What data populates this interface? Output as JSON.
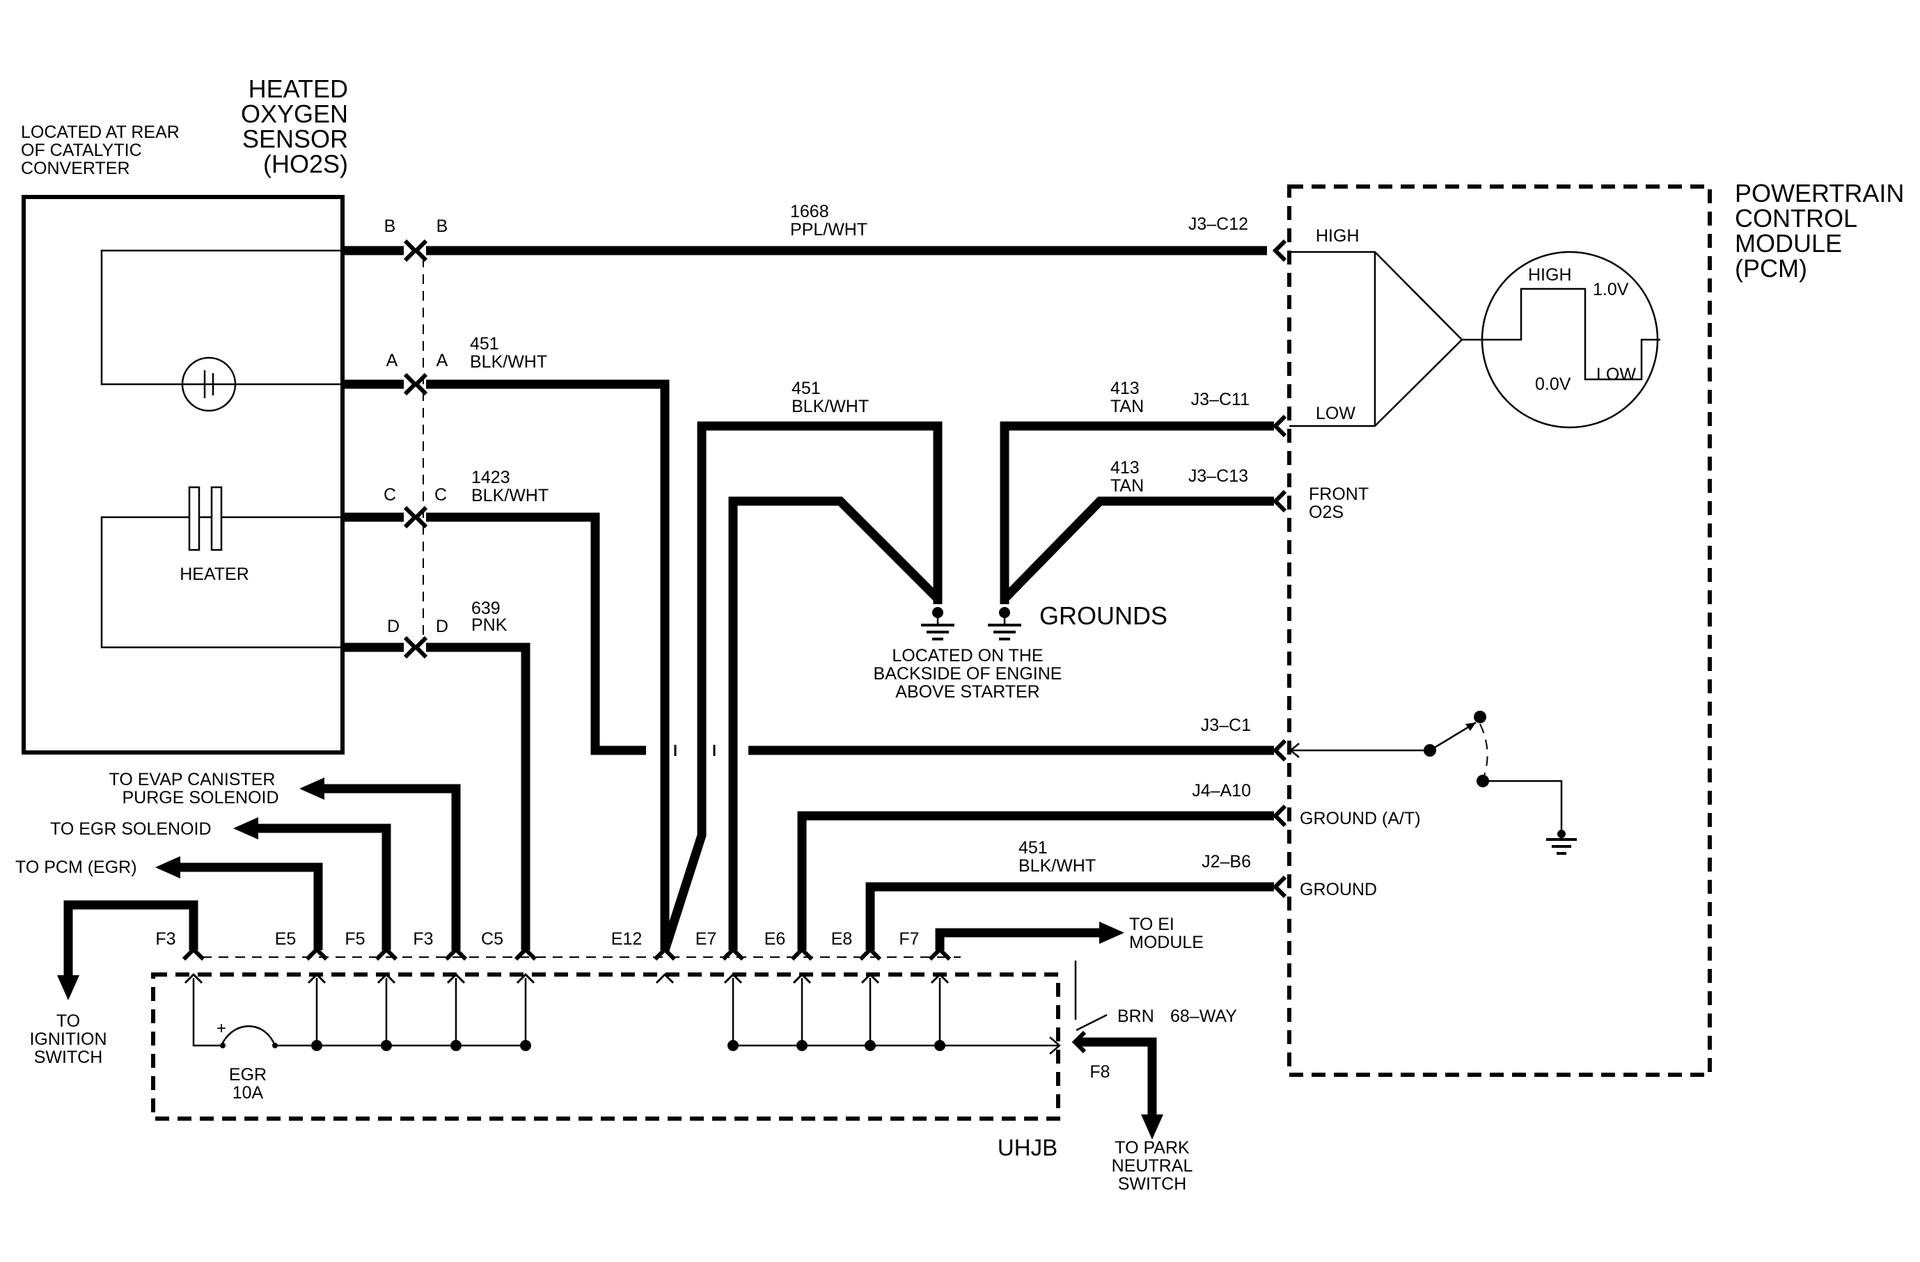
{
  "sensor": {
    "title_lines": [
      "HEATED",
      "OXYGEN",
      "SENSOR",
      "(HO2S)"
    ],
    "location_lines": [
      "LOCATED AT REAR",
      "OF CATALYTIC",
      "CONVERTER"
    ],
    "heater_label": "HEATER"
  },
  "pins": [
    {
      "letter": "B"
    },
    {
      "letter": "A"
    },
    {
      "letter": "C"
    },
    {
      "letter": "D"
    }
  ],
  "wires": {
    "w1668": {
      "num": "1668",
      "color": "PPL/WHT"
    },
    "w451a": {
      "num": "451",
      "color": "BLK/WHT"
    },
    "w451b": {
      "num": "451",
      "color": "BLK/WHT"
    },
    "w1423": {
      "num": "1423",
      "color": "BLK/WHT"
    },
    "w639": {
      "num": "639",
      "color": "PNK"
    },
    "w413a": {
      "num": "413",
      "color": "TAN"
    },
    "w413b": {
      "num": "413",
      "color": "TAN"
    },
    "w451c": {
      "num": "451",
      "color": "BLK/WHT"
    }
  },
  "pcm": {
    "title_lines": [
      "POWERTRAIN",
      "CONTROL",
      "MODULE",
      "(PCM)"
    ],
    "connectors": [
      "J3–C12",
      "J3–C11",
      "J3–C13",
      "J3–C1",
      "J4–A10",
      "J2–B6"
    ],
    "inputs": {
      "high": "HIGH",
      "low": "LOW",
      "front_o2s": [
        "FRONT",
        "O2S"
      ],
      "ground_at": "GROUND (A/T)",
      "ground": "GROUND"
    },
    "scope": {
      "high": "HIGH",
      "low": "LOW",
      "v_high": "1.0V",
      "v_low": "0.0V"
    }
  },
  "grounds": {
    "label": "GROUNDS",
    "location_lines": [
      "LOCATED ON THE",
      "BACKSIDE OF ENGINE",
      "ABOVE STARTER"
    ]
  },
  "outputs": {
    "evap": [
      "TO EVAP CANISTER",
      "PURGE SOLENOID"
    ],
    "egr_solenoid": "TO EGR SOLENOID",
    "pcm_egr": "TO PCM (EGR)",
    "ignition": [
      "TO",
      "IGNITION",
      "SWITCH"
    ],
    "ei_module": [
      "TO EI",
      "MODULE"
    ],
    "park_neutral": [
      "TO PARK",
      "NEUTRAL",
      "SWITCH"
    ]
  },
  "uhjb": {
    "label": "UHJB",
    "terminals": [
      "F3",
      "E5",
      "F5",
      "F3",
      "C5",
      "E12",
      "E7",
      "E6",
      "E8",
      "F7"
    ],
    "fuse_name": "EGR",
    "fuse_rating": "10A",
    "fuse_plus": "+",
    "connector_color": "BRN",
    "connector_type": "68–WAY",
    "f8": "F8"
  }
}
